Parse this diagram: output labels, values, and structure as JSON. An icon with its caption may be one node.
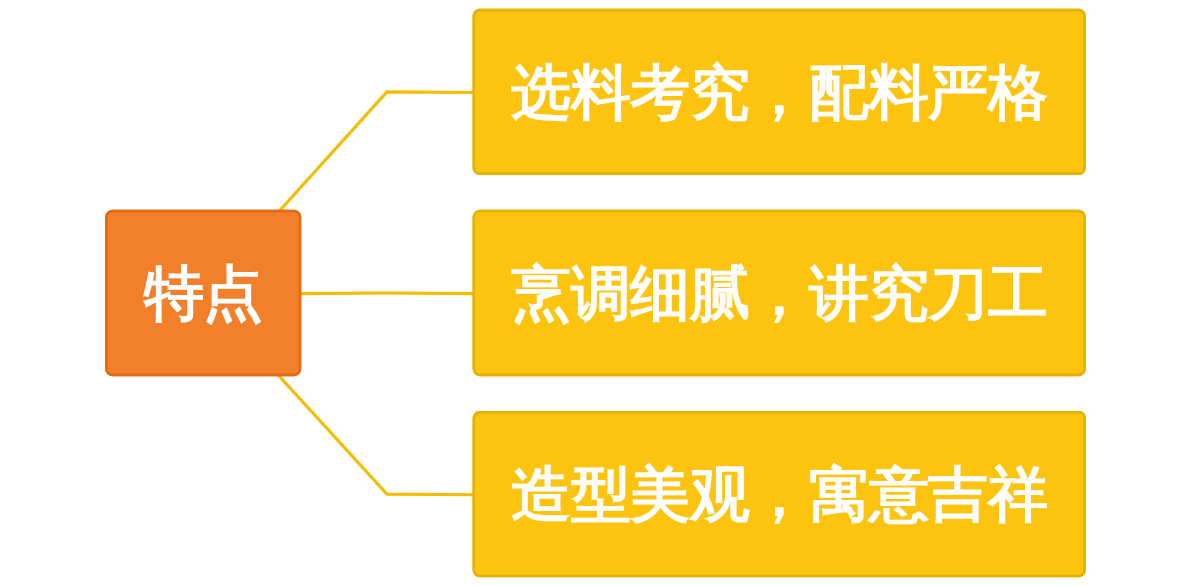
{
  "diagram": {
    "nodes": [
      {
        "text": [
          "特点"
        ]
      },
      {
        "text": [
          "选料考究，配料严格"
        ]
      },
      {
        "text": [
          "烹调细腻，讲究刀工"
        ]
      },
      {
        "text": [
          "造型美观，寓意吉祥"
        ]
      }
    ],
    "edges": [
      {
        "from": 0,
        "to": 1,
        "arrow": "none"
      },
      {
        "from": 0,
        "to": 2,
        "arrow": "none"
      },
      {
        "from": 0,
        "to": 3,
        "arrow": "none"
      }
    ]
  }
}
